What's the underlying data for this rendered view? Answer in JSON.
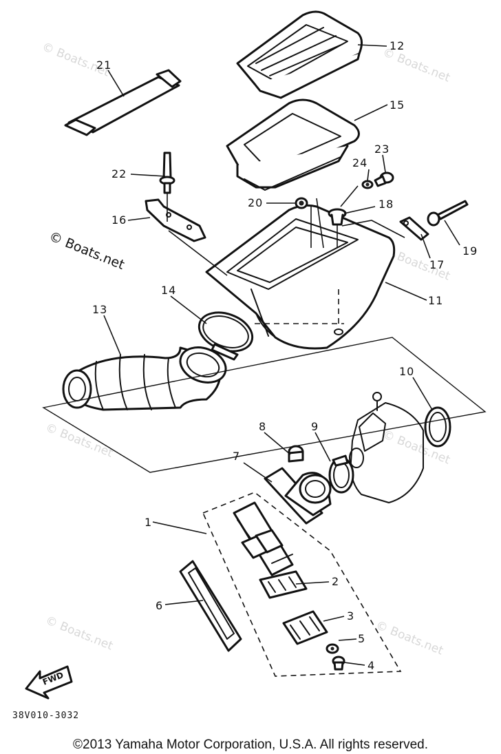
{
  "watermark": "© Boats.net",
  "diagram_code": "38V010-3032",
  "copyright": "©2013 Yamaha Motor Corporation, U.S.A. All rights reserved.",
  "fwd_label": "FWD",
  "callouts": {
    "c1": "1",
    "c2": "2",
    "c3": "3",
    "c4": "4",
    "c5": "5",
    "c6": "6",
    "c7": "7",
    "c8": "8",
    "c9": "9",
    "c10": "10",
    "c11": "11",
    "c12": "12",
    "c13": "13",
    "c14": "14",
    "c15": "15",
    "c16": "16",
    "c17": "17",
    "c18": "18",
    "c19": "19",
    "c20": "20",
    "c21": "21",
    "c22": "22",
    "c23": "23",
    "c24": "24"
  }
}
